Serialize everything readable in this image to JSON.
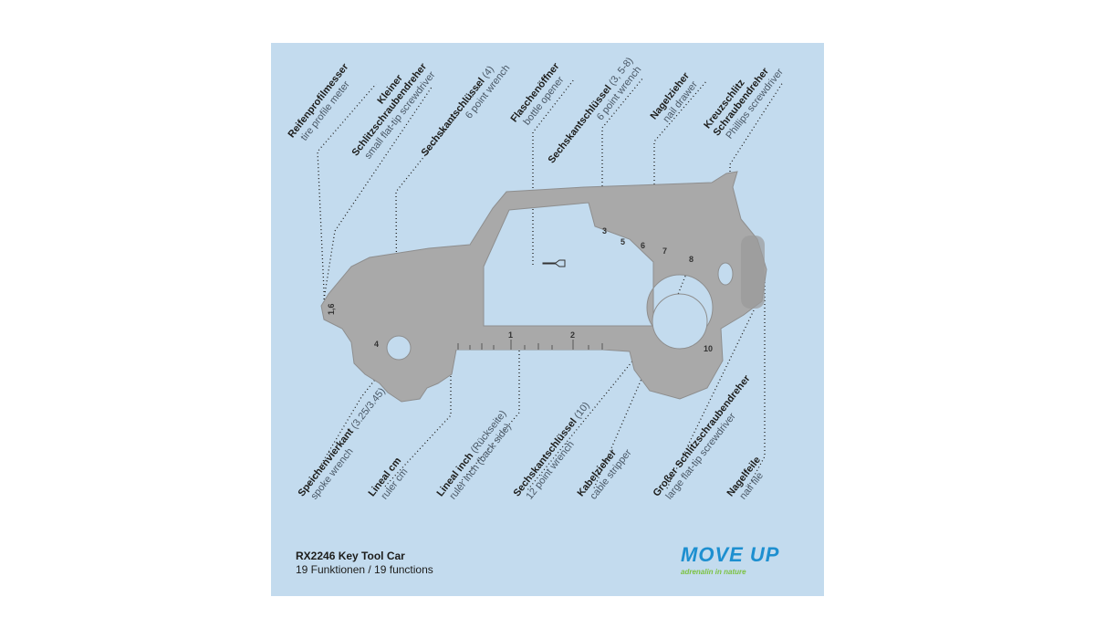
{
  "product": {
    "title": "RX2246 Key Tool Car",
    "subtitle": "19 Funktionen / 19 functions"
  },
  "logo": {
    "text": "MOVE UP",
    "tagline": "adrenalin in nature",
    "colors": {
      "main": "#1d8fd0",
      "tagline": "#7cc242"
    }
  },
  "colors": {
    "background": "#c3dbee",
    "tool": "#a9a9a9"
  },
  "tool_markings": [
    "1,6",
    "4",
    "3",
    "5",
    "6",
    "7",
    "8",
    "10",
    "1",
    "2"
  ],
  "labels_top": [
    {
      "de": [
        "Reifenprofilmesser"
      ],
      "note": "",
      "en": "tire profile meter"
    },
    {
      "de": [
        "Kleiner",
        "Schlitzschraubendreher"
      ],
      "note": "",
      "en": "small flat-tip screwdriver"
    },
    {
      "de": [
        "Sechskantschlüssel"
      ],
      "note": "(4)",
      "en": "6 point wrench"
    },
    {
      "de": [
        "Flaschenöffner"
      ],
      "note": "",
      "en": "bottle opener"
    },
    {
      "de": [
        "Sechskantschlüssel"
      ],
      "note": "(3, 5-8)",
      "en": "6 point wrench"
    },
    {
      "de": [
        "Nagelzieher"
      ],
      "note": "",
      "en": "nail drawer"
    },
    {
      "de": [
        "Kreuzschlitz",
        "Schraubendreher"
      ],
      "note": "",
      "en": "Phillips screwdriver"
    }
  ],
  "labels_bottom": [
    {
      "de": [
        "Speichenvierkant"
      ],
      "note": "(3.25/3.45)",
      "en": "spoke wrench"
    },
    {
      "de": [
        "Lineal cm"
      ],
      "note": "",
      "en": "ruler cm"
    },
    {
      "de": [
        "Lineal inch"
      ],
      "note": "(Rückseite)",
      "en": "ruler inch (back side)"
    },
    {
      "de": [
        "Sechskantschlüssel"
      ],
      "note": "(10)",
      "en": "12 point wrench"
    },
    {
      "de": [
        "Kabelzieher"
      ],
      "note": "",
      "en": "cable stripper"
    },
    {
      "de": [
        "Großer Schlitzschraubendreher"
      ],
      "note": "",
      "en": "large flat-tip screwdriver"
    },
    {
      "de": [
        "Nagelfeile"
      ],
      "note": "",
      "en": "nail file"
    }
  ]
}
